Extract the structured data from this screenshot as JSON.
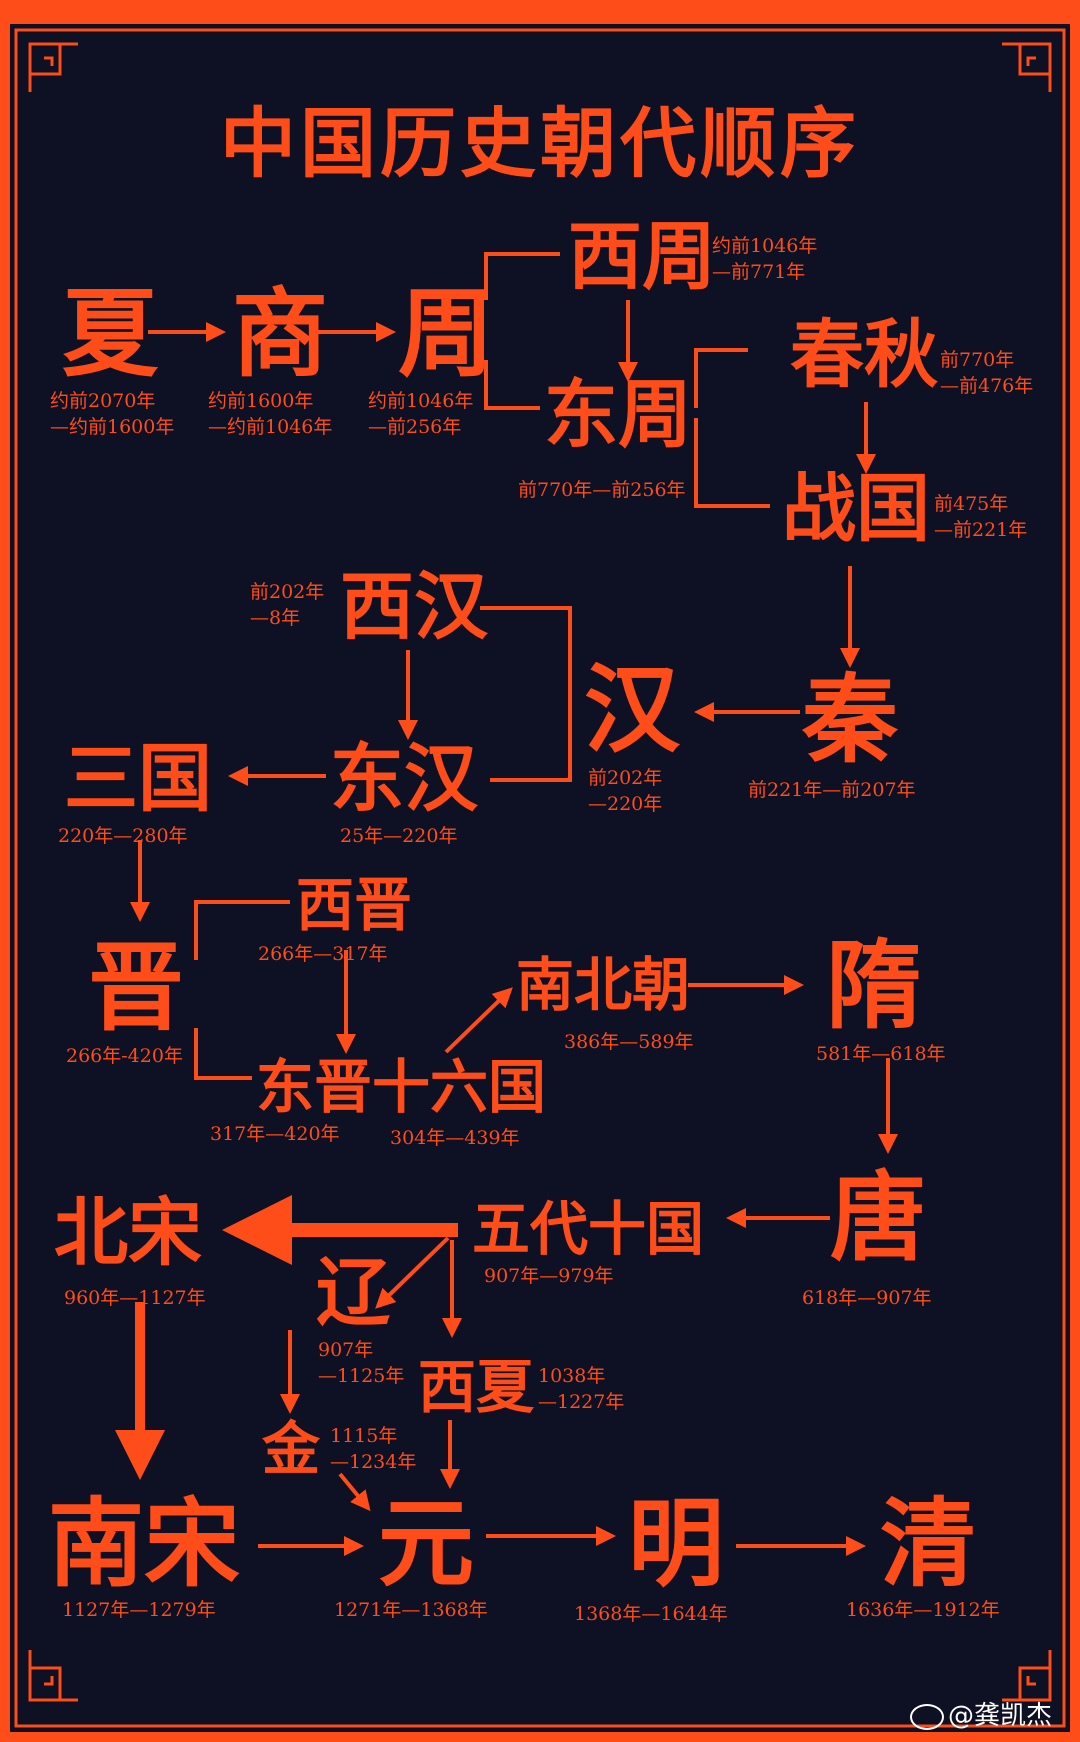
{
  "title": "中国历史朝代顺序",
  "dynasties": {
    "xia": {
      "name": "夏",
      "dates": [
        "约前2070年",
        "—约前1600年"
      ]
    },
    "shang": {
      "name": "商",
      "dates": [
        "约前1600年",
        "—约前1046年"
      ]
    },
    "zhou": {
      "name": "周",
      "dates": [
        "约前1046年",
        "—前256年"
      ]
    },
    "xizhou": {
      "name": "西周",
      "dates": [
        "约前1046年",
        "—前771年"
      ]
    },
    "dongzhou": {
      "name": "东周",
      "dates": [
        "前770年—前256年"
      ]
    },
    "chunqiu": {
      "name": "春秋",
      "dates": [
        "前770年",
        "—前476年"
      ]
    },
    "zhanguo": {
      "name": "战国",
      "dates": [
        "前475年",
        "—前221年"
      ]
    },
    "qin": {
      "name": "秦",
      "dates": [
        "前221年—前207年"
      ]
    },
    "han": {
      "name": "汉",
      "dates": [
        "前202年",
        "—220年"
      ]
    },
    "xihan": {
      "name": "西汉",
      "dates": [
        "前202年",
        "—8年"
      ]
    },
    "donghan": {
      "name": "东汉",
      "dates": [
        "25年—220年"
      ]
    },
    "sanguo": {
      "name": "三国",
      "dates": [
        "220年—280年"
      ]
    },
    "jin": {
      "name": "晋",
      "dates": [
        "266年-420年"
      ]
    },
    "xijin": {
      "name": "西晋",
      "dates": [
        "266年—317年"
      ]
    },
    "dongjin": {
      "name": "东晋十六国",
      "dates": [
        "317年—420年",
        "304年—439年"
      ]
    },
    "nanbeichao": {
      "name": "南北朝",
      "dates": [
        "386年—589年"
      ]
    },
    "sui": {
      "name": "隋",
      "dates": [
        "581年—618年"
      ]
    },
    "tang": {
      "name": "唐",
      "dates": [
        "618年—907年"
      ]
    },
    "wudai": {
      "name": "五代十国",
      "dates": [
        "907年—979年"
      ]
    },
    "beisong": {
      "name": "北宋",
      "dates": [
        "960年—1127年"
      ]
    },
    "liao": {
      "name": "辽",
      "dates": [
        "907年",
        "—1125年"
      ]
    },
    "xixia": {
      "name": "西夏",
      "dates": [
        "1038年",
        "—1227年"
      ]
    },
    "jinchao": {
      "name": "金",
      "dates": [
        "1115年",
        "—1234年"
      ]
    },
    "nansong": {
      "name": "南宋",
      "dates": [
        "1127年—1279年"
      ]
    },
    "yuan": {
      "name": "元",
      "dates": [
        "1271年—1368年"
      ]
    },
    "ming": {
      "name": "明",
      "dates": [
        "1368年—1644年"
      ]
    },
    "qing": {
      "name": "清",
      "dates": [
        "1636年—1912年"
      ]
    }
  },
  "watermark": "@龚凯杰",
  "colors": {
    "accent": "#ff4d1a",
    "background": "#0e1023",
    "watermark": "#ffffff"
  }
}
